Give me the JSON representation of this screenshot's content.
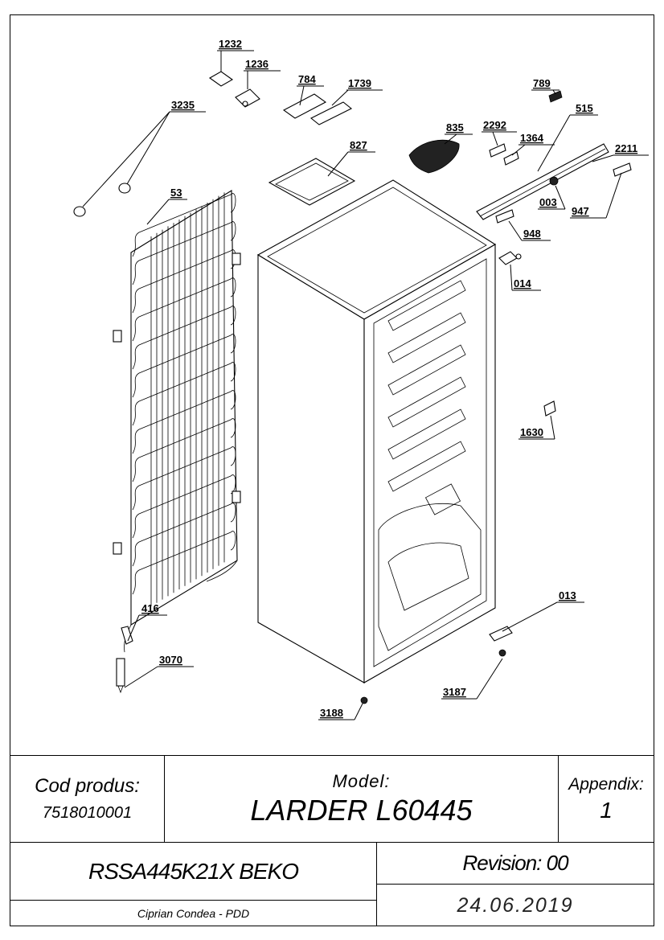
{
  "callouts": [
    {
      "id": "c1232",
      "label": "1232"
    },
    {
      "id": "c1236",
      "label": "1236"
    },
    {
      "id": "c784",
      "label": "784"
    },
    {
      "id": "c1739",
      "label": "1739"
    },
    {
      "id": "c3235",
      "label": "3235"
    },
    {
      "id": "c827",
      "label": "827"
    },
    {
      "id": "c53",
      "label": "53"
    },
    {
      "id": "c835",
      "label": "835"
    },
    {
      "id": "c789",
      "label": "789"
    },
    {
      "id": "c515",
      "label": "515"
    },
    {
      "id": "c2292",
      "label": "2292"
    },
    {
      "id": "c1364",
      "label": "1364"
    },
    {
      "id": "c2211",
      "label": "2211"
    },
    {
      "id": "c003",
      "label": "003"
    },
    {
      "id": "c947",
      "label": "947"
    },
    {
      "id": "c948",
      "label": "948"
    },
    {
      "id": "c014",
      "label": "014"
    },
    {
      "id": "c1630",
      "label": "1630"
    },
    {
      "id": "c013",
      "label": "013"
    },
    {
      "id": "c416",
      "label": "416"
    },
    {
      "id": "c3070",
      "label": "3070"
    },
    {
      "id": "c3187",
      "label": "3187"
    },
    {
      "id": "c3188",
      "label": "3188"
    }
  ],
  "title_block": {
    "cod_label": "Cod produs:",
    "cod_value": "7518010001",
    "model_label": "Model:",
    "model_value": "LARDER L60445",
    "appendix_label": "Appendix:",
    "appendix_value": "1",
    "product": "RSSA445K21X BEKO",
    "revision": "Revision: 00",
    "author": "Ciprian Condea - PDD",
    "date": "24.06.2019"
  }
}
